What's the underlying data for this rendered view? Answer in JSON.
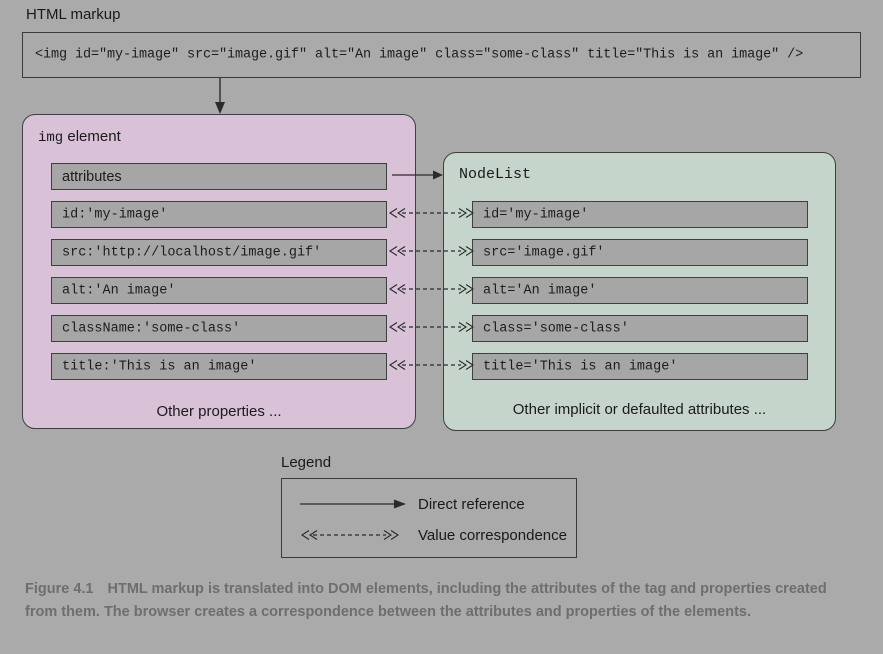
{
  "figure": {
    "markup_section_label": "HTML markup",
    "markup_code": "<img id=\"my-image\" src=\"image.gif\" alt=\"An image\" class=\"some-class\" title=\"This is an image\" />",
    "caption_number": "Figure 4.1",
    "caption_text": "HTML markup is translated into DOM elements, including the attributes of the tag and properties created from them. The browser creates a correspondence between the attributes and properties of the elements."
  },
  "element_panel": {
    "title_mono": "img",
    "title_rest": " element",
    "header_row": "attributes",
    "rows": [
      "id:'my-image'",
      "src:'http://localhost/image.gif'",
      "alt:'An image'",
      "className:'some-class'",
      "title:'This is an image'"
    ],
    "footnote": "Other properties ...",
    "color": "#d9c1d8"
  },
  "nodelist_panel": {
    "title": "NodeList",
    "rows": [
      "id='my-image'",
      "src='image.gif'",
      "alt='An image'",
      "class='some-class'",
      "title='This is an image'"
    ],
    "footnote": "Other implicit or defaulted attributes ...",
    "color": "#c6d5cc"
  },
  "legend": {
    "title": "Legend",
    "entries": [
      {
        "label": "Direct reference",
        "style": "solid-arrow"
      },
      {
        "label": "Value correspondence",
        "style": "dashed-double-arrow"
      }
    ]
  },
  "colors": {
    "background": "#aaaaaa",
    "row_fill": "#a6a6a6",
    "stroke": "#3f3f3f",
    "caption": "#6e6e6e"
  }
}
